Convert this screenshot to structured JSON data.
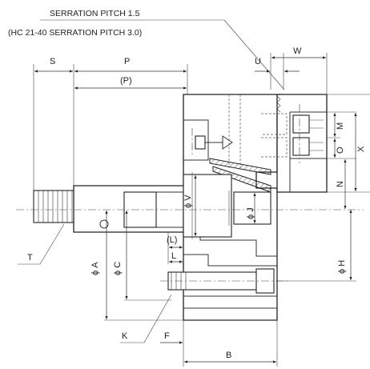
{
  "notes": {
    "serration": "SERRATION PITCH 1.5",
    "serration_alt": "(HC 21-40 SERRATION PITCH 3.0)"
  },
  "dimensions": {
    "S": "S",
    "P": "P",
    "P_ref": "(P)",
    "U": "U",
    "W": "W",
    "M": "M",
    "O": "O",
    "X": "X",
    "N": "N",
    "phi_V": "ϕ V",
    "phi_J": "ϕ J",
    "L_ref": "(L)",
    "L": "L",
    "phi_A": "ϕ A",
    "phi_C": "ϕ C",
    "phi_H": "ϕ H",
    "T": "T",
    "K": "K",
    "F": "F",
    "B": "B"
  }
}
